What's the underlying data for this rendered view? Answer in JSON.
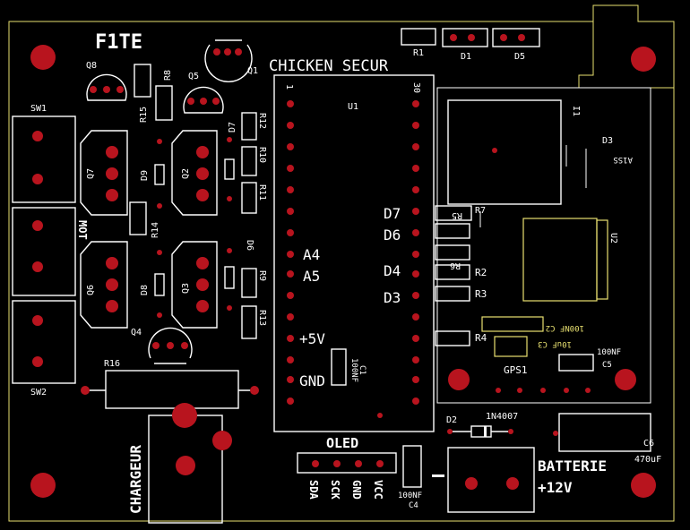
{
  "board": {
    "title": "F1TE",
    "project": "CHICKEN SECUR",
    "outline_color": "#e8e070",
    "pad_color": "#b8141e",
    "silk_color": "#ffffff"
  },
  "labels": {
    "Q8": "Q8",
    "Q5": "Q5",
    "Q1": "Q1",
    "Q7": "Q7",
    "Q2": "Q2",
    "Q6": "Q6",
    "Q3": "Q3",
    "Q4": "Q4",
    "R8": "R8",
    "R15": "R15",
    "R12": "R12",
    "R10": "R10",
    "R11": "R11",
    "R14": "R14",
    "R9": "R9",
    "R13": "R13",
    "R16": "R16",
    "R1": "R1",
    "R2": "R2",
    "R3": "R3",
    "R4": "R4",
    "R5": "R5",
    "R6": "R6",
    "R7": "R7",
    "D1": "D1",
    "D5": "D5",
    "D7": "D7",
    "D9": "D9",
    "D6": "D6",
    "D8": "D8",
    "D3": "D3",
    "D2": "D2",
    "U1": "U1",
    "U2": "U2",
    "I1": "I1",
    "SW1": "SW1",
    "SW2": "SW2",
    "MOT": "MOT",
    "C1": "C1",
    "C1_val": "100NF",
    "C2": "100NF C2",
    "C3": "10uF C3",
    "C4": "C4",
    "C4_val": "100NF",
    "C5": "C5",
    "C5_val": "100NF",
    "C6": "C6",
    "C6_val": "470uF",
    "A1SS": "A1SS",
    "GPS1": "GPS1",
    "D2_val": "1N4007",
    "CHARGEUR": "CHARGEUR",
    "OLED": "OLED",
    "BATTERIE": "BATTERIE",
    "V12": "+12V",
    "pin1": "1",
    "pin30": "30",
    "A4": "A4",
    "A5": "A5",
    "V5": "+5V",
    "GND": "GND",
    "pD7": "D7",
    "pD6": "D6",
    "pD4": "D4",
    "pD3": "D3",
    "SDA": "SDA",
    "SCK": "SCK",
    "GND2": "GND",
    "VCC": "VCC",
    "minus": "−"
  }
}
